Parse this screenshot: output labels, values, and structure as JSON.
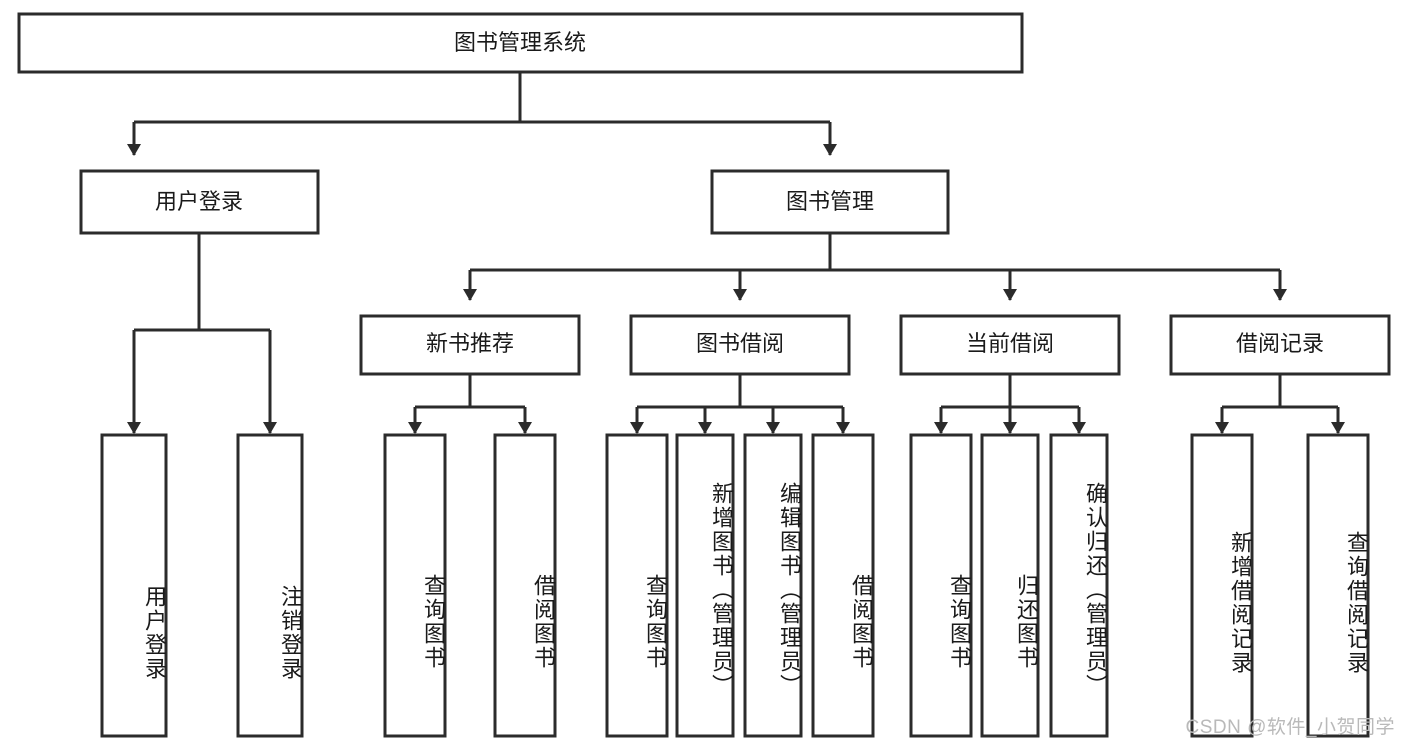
{
  "diagram": {
    "type": "tree-flowchart",
    "title": "图书管理系统",
    "orientation": "top-down",
    "colors": {
      "box_stroke": "#2b2b2b",
      "box_fill": "#ffffff",
      "text": "#1a1a1a",
      "background": "#ffffff",
      "watermark": "#b9b9b9"
    },
    "root": {
      "label": "图书管理系统"
    },
    "level2": [
      {
        "label": "用户登录"
      },
      {
        "label": "图书管理"
      }
    ],
    "level3": [
      {
        "label": "新书推荐"
      },
      {
        "label": "图书借阅"
      },
      {
        "label": "当前借阅"
      },
      {
        "label": "借阅记录"
      }
    ],
    "leaves": {
      "user_login": [
        {
          "label": "用户登录"
        },
        {
          "label": "注销登录"
        }
      ],
      "new_book_recommend": [
        {
          "label": "查询图书"
        },
        {
          "label": "借阅图书"
        }
      ],
      "book_borrow": [
        {
          "label": "查询图书"
        },
        {
          "label": "新增图书（管理员）"
        },
        {
          "label": "编辑图书（管理员）"
        },
        {
          "label": "借阅图书"
        }
      ],
      "current_borrow": [
        {
          "label": "查询图书"
        },
        {
          "label": "归还图书"
        },
        {
          "label": "确认归还（管理员）"
        }
      ],
      "borrow_record": [
        {
          "label": "新增借阅记录"
        },
        {
          "label": "查询借阅记录"
        }
      ]
    },
    "watermark": "CSDN @软件_小贺同学"
  }
}
